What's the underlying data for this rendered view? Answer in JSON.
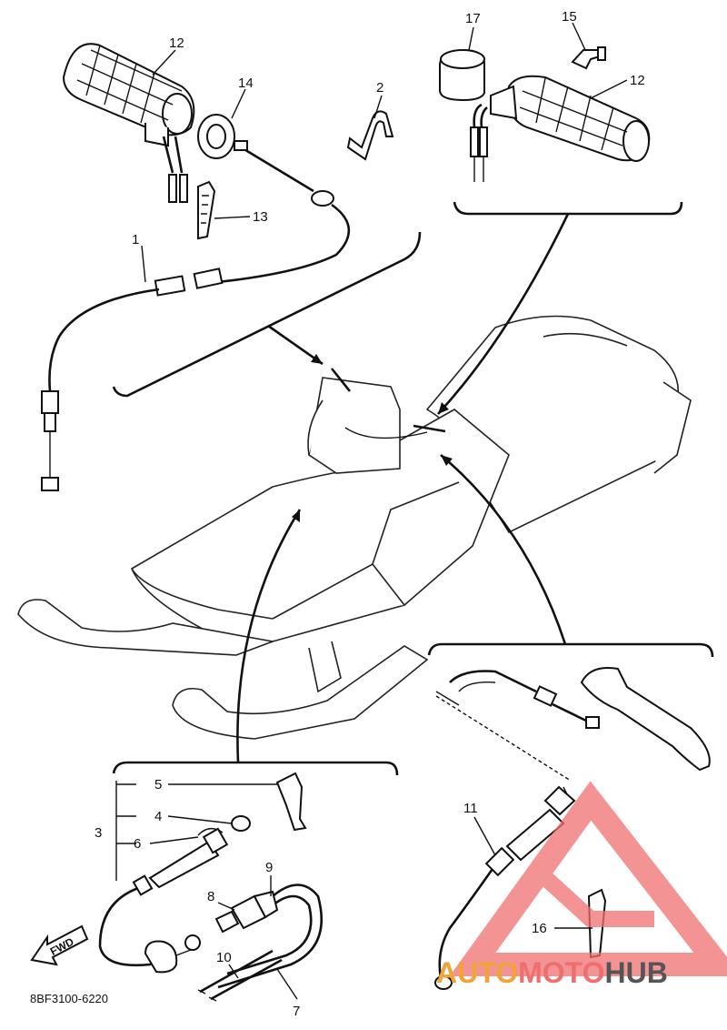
{
  "diagram": {
    "drawing_code": "8BF3100-6220",
    "fwd_label": "FWD",
    "callouts": [
      {
        "id": "c1",
        "text": "1"
      },
      {
        "id": "c2",
        "text": "2"
      },
      {
        "id": "c3",
        "text": "3"
      },
      {
        "id": "c4",
        "text": "4"
      },
      {
        "id": "c5",
        "text": "5"
      },
      {
        "id": "c6",
        "text": "6"
      },
      {
        "id": "c7",
        "text": "7"
      },
      {
        "id": "c8",
        "text": "8"
      },
      {
        "id": "c9",
        "text": "9"
      },
      {
        "id": "c10",
        "text": "10"
      },
      {
        "id": "c11",
        "text": "11"
      },
      {
        "id": "c12a",
        "text": "12"
      },
      {
        "id": "c12b",
        "text": "12"
      },
      {
        "id": "c13",
        "text": "13"
      },
      {
        "id": "c14",
        "text": "14"
      },
      {
        "id": "c15",
        "text": "15"
      },
      {
        "id": "c16",
        "text": "16"
      },
      {
        "id": "c17",
        "text": "17"
      }
    ]
  },
  "watermark": {
    "part_a": "AUTO",
    "part_b": "MOTO",
    "part_c": "HUB",
    "colors": {
      "auto": "#f2a23a",
      "moto": "#ef6f6f",
      "hub": "#555555",
      "triangle": "#ef6f6f"
    }
  }
}
